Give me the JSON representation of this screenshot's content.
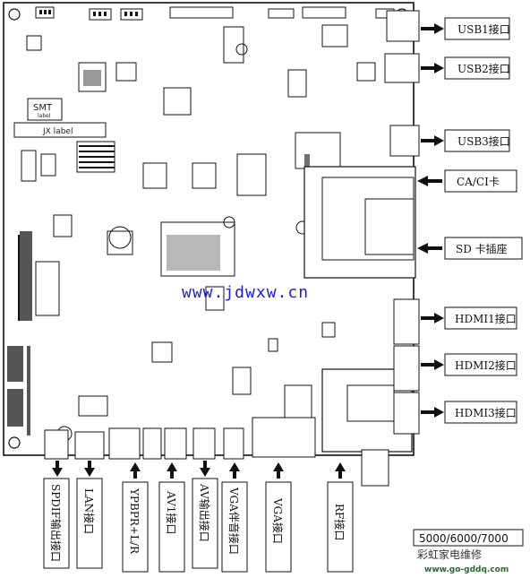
{
  "board": {
    "smt_label": "SMT",
    "smt_sublabel": "label",
    "jx_label": "JX label",
    "watermark": "www.jdwxw.cn"
  },
  "right_labels": [
    {
      "text": "USB1接口"
    },
    {
      "text": "USB2接口"
    },
    {
      "text": "USB3接口"
    },
    {
      "text": "CA/CI卡"
    },
    {
      "text": "SD 卡插座"
    },
    {
      "text": "HDMI1接口"
    },
    {
      "text": "HDMI2接口"
    },
    {
      "text": "HDMI3接口"
    }
  ],
  "bottom_labels": [
    {
      "text": "SPDIF输出接口"
    },
    {
      "text": "LAN接口"
    },
    {
      "text": "YPBPR+L/R"
    },
    {
      "text": "AV1接口"
    },
    {
      "text": "AV输出接口"
    },
    {
      "text": "VGA伴音接口"
    },
    {
      "text": "VGA接口"
    },
    {
      "text": "RF接口"
    }
  ],
  "brand": {
    "series": "5000/6000/7000",
    "name": "彩虹家电维修",
    "url": "www.go-gddq.com"
  }
}
